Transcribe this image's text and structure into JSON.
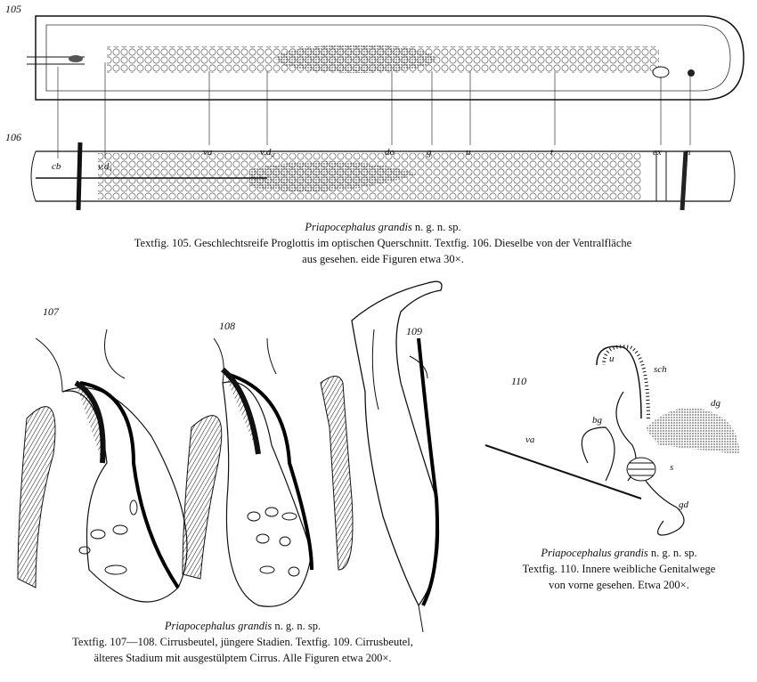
{
  "figures": {
    "fig105": {
      "number": "105",
      "labels": [
        "cb",
        "v.d₁",
        "va",
        "v.d₂",
        "do",
        "g",
        "u",
        "t",
        "ex",
        "n"
      ]
    },
    "fig106": {
      "number": "106"
    },
    "fig107": {
      "number": "107"
    },
    "fig108": {
      "number": "108"
    },
    "fig109": {
      "number": "109"
    },
    "fig110": {
      "number": "110",
      "labels": [
        "u",
        "sch",
        "dg",
        "bg",
        "va",
        "s",
        "gd"
      ]
    }
  },
  "captions": {
    "top": {
      "species": "Priapocephalus grandis",
      "species_suffix": "n. g. n. sp.",
      "line1": "Textfig. 105.  Geschlechtsreife Proglottis im optischen Querschnitt.  Textfig. 106.  Dieselbe von der Ventralfläche",
      "line2": "aus gesehen.    eide Figuren etwa 30×."
    },
    "bottom_left": {
      "species": "Priapocephalus grandis",
      "species_suffix": "n. g. n. sp.",
      "line1": "Textfig. 107—108.  Cirrusbeutel, jüngere Stadien.  Textfig. 109.  Cirrusbeutel,",
      "line2": "älteres Stadium mit ausgestülptem Cirrus.  Alle Figuren etwa 200×."
    },
    "right": {
      "species": "Priapocephalus grandis",
      "species_suffix": "n. g. n. sp.",
      "line1": "Textfig. 110.  Innere weibliche Genitalwege",
      "line2": "von vorne gesehen.   Etwa 200×."
    }
  }
}
